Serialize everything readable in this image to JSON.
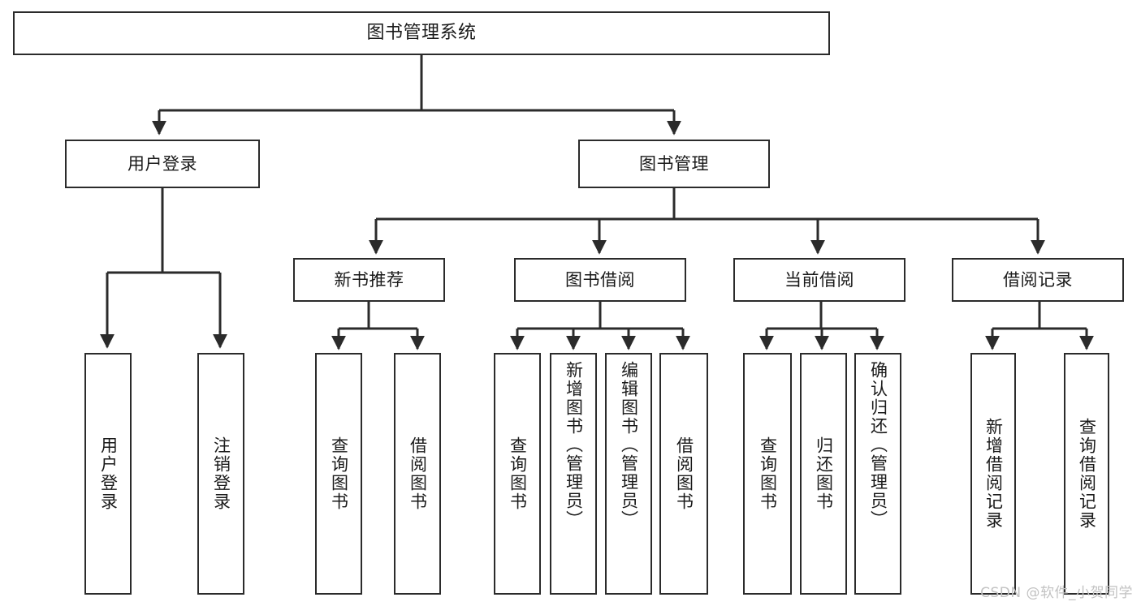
{
  "diagram": {
    "title": "图书管理系统",
    "type": "tree-hierarchy-chart",
    "root": {
      "id": "root",
      "label": "图书管理系统"
    },
    "level1": [
      {
        "id": "user-login",
        "label": "用户登录"
      },
      {
        "id": "book-manage",
        "label": "图书管理"
      }
    ],
    "level2": [
      {
        "id": "new-book-rec",
        "label": "新书推荐",
        "parent": "book-manage"
      },
      {
        "id": "book-borrow",
        "label": "图书借阅",
        "parent": "book-manage"
      },
      {
        "id": "current-borrow",
        "label": "当前借阅",
        "parent": "book-manage"
      },
      {
        "id": "borrow-record",
        "label": "借阅记录",
        "parent": "book-manage"
      }
    ],
    "leaves": [
      {
        "id": "leaf-user-login",
        "label": "用户登录",
        "parent": "user-login"
      },
      {
        "id": "leaf-logout-login",
        "label": "注销登录",
        "parent": "user-login"
      },
      {
        "id": "leaf-query-book-1",
        "label": "查询图书",
        "parent": "new-book-rec"
      },
      {
        "id": "leaf-borrow-book-1",
        "label": "借阅图书",
        "parent": "new-book-rec"
      },
      {
        "id": "leaf-query-book-2",
        "label": "查询图书",
        "parent": "book-borrow"
      },
      {
        "id": "leaf-add-book",
        "label": "新增图书（管理员）",
        "parent": "book-borrow"
      },
      {
        "id": "leaf-edit-book",
        "label": "编辑图书（管理员）",
        "parent": "book-borrow"
      },
      {
        "id": "leaf-borrow-book-2",
        "label": "借阅图书",
        "parent": "book-borrow"
      },
      {
        "id": "leaf-query-book-3",
        "label": "查询图书",
        "parent": "current-borrow"
      },
      {
        "id": "leaf-return-book",
        "label": "归还图书",
        "parent": "current-borrow"
      },
      {
        "id": "leaf-confirm-return",
        "label": "确认归还（管理员）",
        "parent": "current-borrow"
      },
      {
        "id": "leaf-add-record",
        "label": "新增借阅记录",
        "parent": "borrow-record"
      },
      {
        "id": "leaf-query-record",
        "label": "查询借阅记录",
        "parent": "borrow-record"
      }
    ],
    "colors": {
      "border": "#2b2b2b",
      "background": "#ffffff",
      "text": "#1a1a1a",
      "edge": "#2b2b2b",
      "watermark": "#c2c2c2"
    }
  },
  "watermark": {
    "text": "CSDN @软件_小贺同学"
  }
}
